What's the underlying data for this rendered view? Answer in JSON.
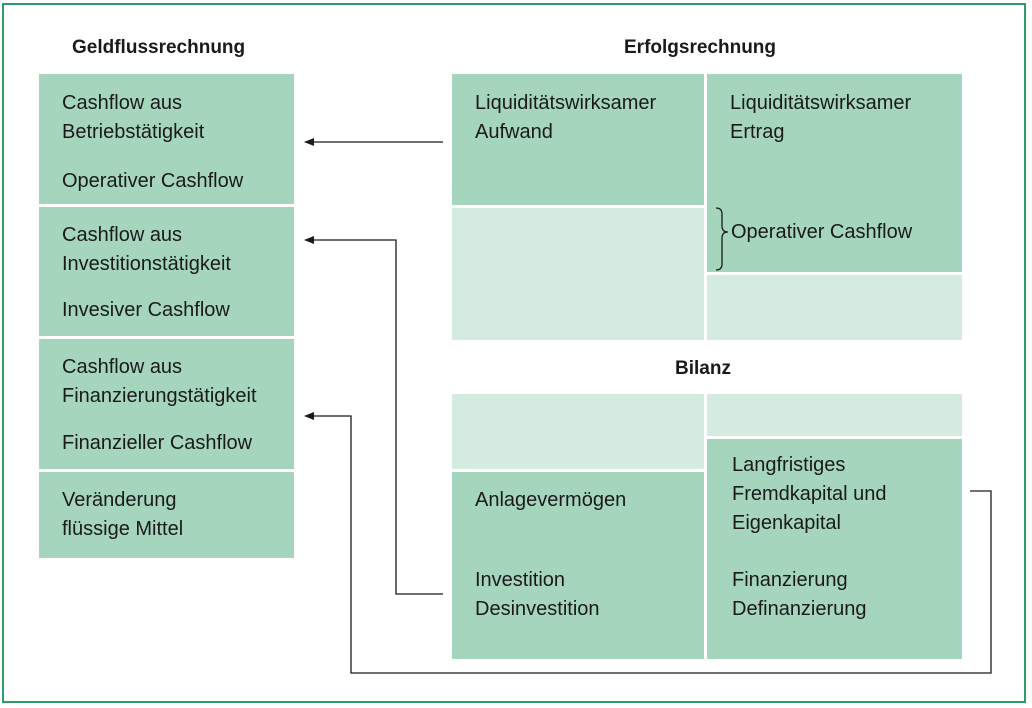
{
  "geldfluss": {
    "title": "Geldflussrechnung",
    "boxes": [
      {
        "label": "Cashflow aus\nBetriebstätigkeit",
        "sub": "Operativer Cashflow"
      },
      {
        "label": "Cashflow aus\nInvestitionstätigkeit",
        "sub": "Invesiver Cashflow"
      },
      {
        "label": "Cashflow aus\nFinanzierungstätigkeit",
        "sub": "Finanzieller Cashflow"
      },
      {
        "label": "Veränderung\nflüssige Mittel"
      }
    ]
  },
  "erfolg": {
    "title": "Erfolgsrechnung",
    "aufwand": "Liquiditätswirksamer\nAufwand",
    "ertrag": "Liquiditätswirksamer\nErtrag",
    "cashflow": "Operativer Cashflow"
  },
  "bilanz": {
    "title": "Bilanz",
    "aktiv_label": "Anlagevermögen",
    "aktiv_sub": "Investition\nDesinvestition",
    "passiv_label": "Langfristiges\nFremdkapital und\nEigenkapital",
    "passiv_sub": "Finanzierung\nDefinanzierung"
  }
}
